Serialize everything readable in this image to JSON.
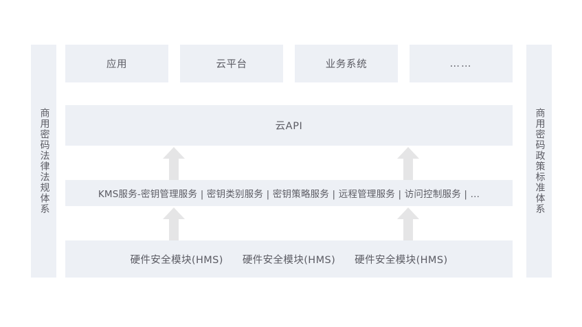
{
  "diagram": {
    "title_hidden": "",
    "colors": {
      "panel_fill": "#edf0f5",
      "arrow_fill": "#e5e5e6",
      "text": "#5b5b63",
      "background": "#ffffff"
    },
    "rails": {
      "left": {
        "label": "商用密码法律法规体系"
      },
      "right": {
        "label": "商用密码政策标准体系"
      }
    },
    "layers": {
      "consumers": {
        "items": [
          {
            "label": "应用"
          },
          {
            "label": "云平台"
          },
          {
            "label": "业务系统"
          },
          {
            "label": "……"
          }
        ]
      },
      "api": {
        "label": "云API"
      },
      "kms": {
        "label": "KMS服务-密钥管理服务 | 密钥类别服务 | 密钥策略服务 | 远程管理服务 | 访问控制服务 | ..."
      },
      "hardware": {
        "items": [
          {
            "label": "硬件安全模块(HMS)"
          },
          {
            "label": "硬件安全模块(HMS)"
          },
          {
            "label": "硬件安全模块(HMS)"
          }
        ]
      }
    },
    "connectors": [
      {
        "name": "kms-to-api-left",
        "icon": "arrow-up-icon"
      },
      {
        "name": "kms-to-api-right",
        "icon": "arrow-up-icon"
      },
      {
        "name": "hardware-to-kms-left",
        "icon": "arrow-up-icon"
      },
      {
        "name": "hardware-to-kms-right",
        "icon": "arrow-up-icon"
      }
    ]
  }
}
